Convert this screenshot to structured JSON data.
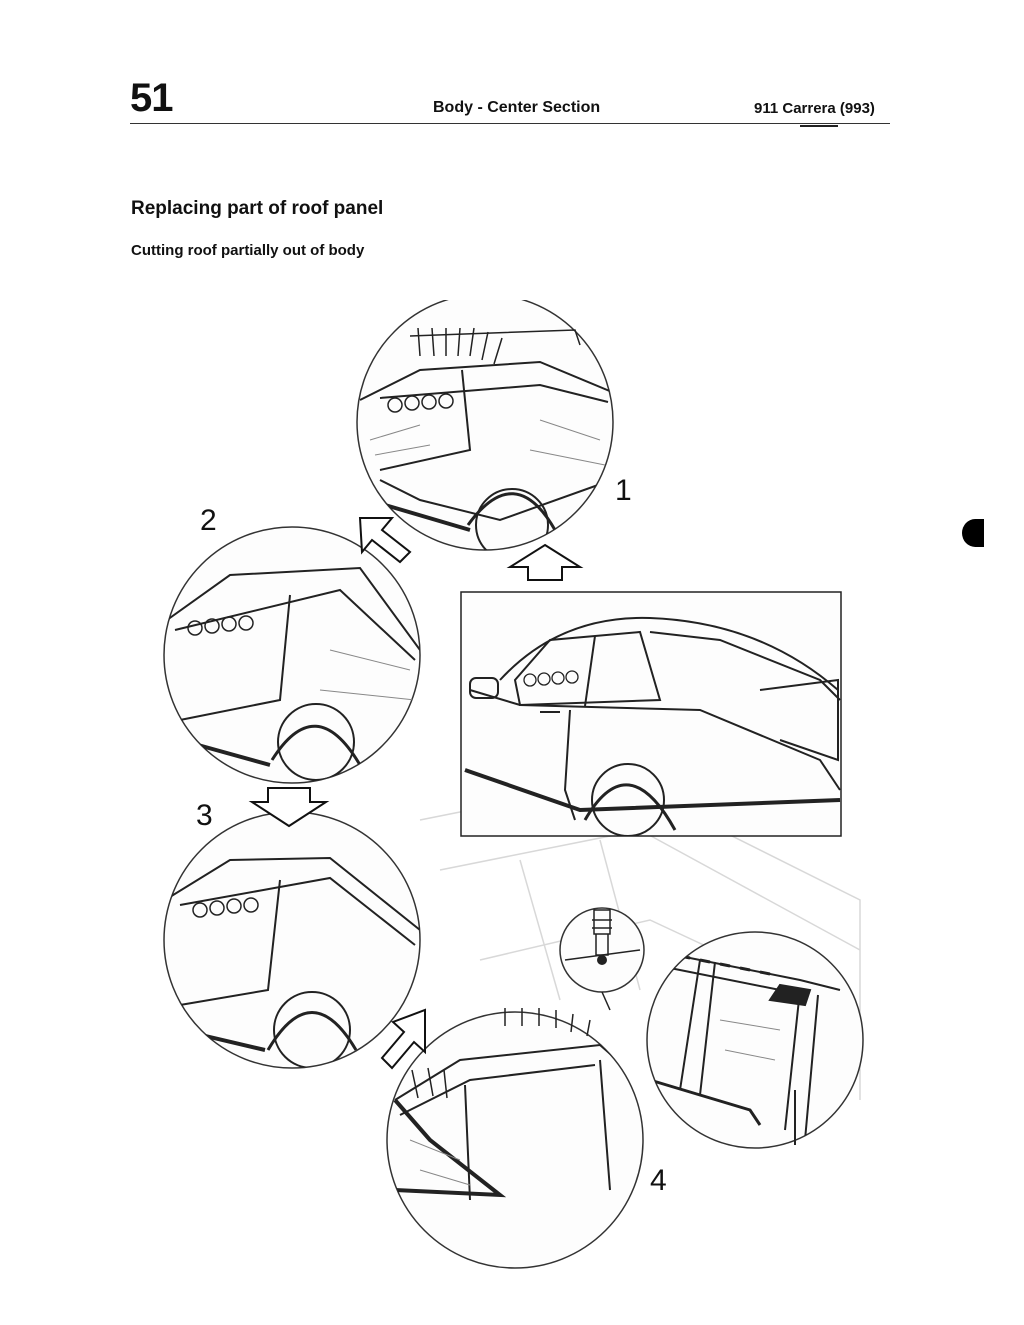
{
  "header": {
    "page_number": "51",
    "section_title": "Body - Center Section",
    "model": "911 Carrera (993)"
  },
  "content": {
    "heading": "Replacing part of roof panel",
    "subheading": "Cutting roof partially out of body"
  },
  "figure": {
    "step_labels": [
      "1",
      "2",
      "3",
      "4"
    ]
  }
}
